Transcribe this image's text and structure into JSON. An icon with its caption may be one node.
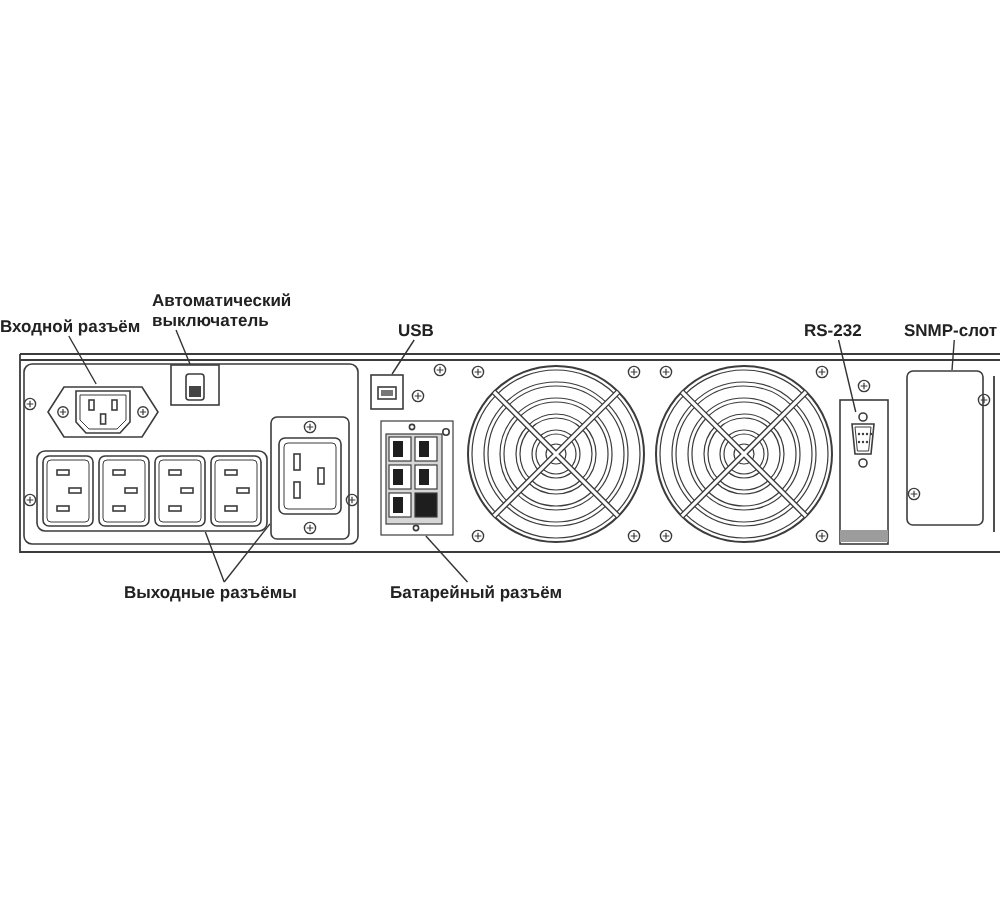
{
  "diagram": {
    "nodes": [
      {
        "text": [
          "Входной разъём"
        ]
      },
      {
        "text": [
          "Автоматический выключатель"
        ]
      },
      {
        "text": [
          "USB"
        ]
      },
      {
        "text": [
          "RS-232"
        ]
      },
      {
        "text": [
          "SNMP-слот"
        ]
      },
      {
        "text": [],
        "shape": "picture"
      },
      {
        "text": [],
        "shape": "picture"
      },
      {
        "text": [],
        "shape": "picture"
      },
      {
        "text": [],
        "shape": "picture"
      },
      {
        "text": [],
        "shape": "picture"
      },
      {
        "text": [],
        "shape": "picture"
      },
      {
        "text": [],
        "shape": "picture"
      },
      {
        "text": [],
        "shape": "picture"
      },
      {
        "text": [
          "Выходные разъёмы"
        ]
      },
      {
        "text": [
          "Батарейный разъём"
        ]
      }
    ],
    "edges": [
      {
        "from": 0,
        "to": 5,
        "arrow": "none"
      },
      {
        "from": 1,
        "to": 6,
        "arrow": "none"
      },
      {
        "from": 2,
        "to": 7,
        "arrow": "none"
      },
      {
        "from": 3,
        "to": 11,
        "arrow": "none"
      },
      {
        "from": 4,
        "to": 12,
        "arrow": "none"
      },
      {
        "from": 13,
        "to": 8,
        "arrow": "none"
      },
      {
        "from": 13,
        "to": 9,
        "arrow": "none"
      },
      {
        "from": 14,
        "to": 10,
        "arrow": "none"
      }
    ]
  }
}
